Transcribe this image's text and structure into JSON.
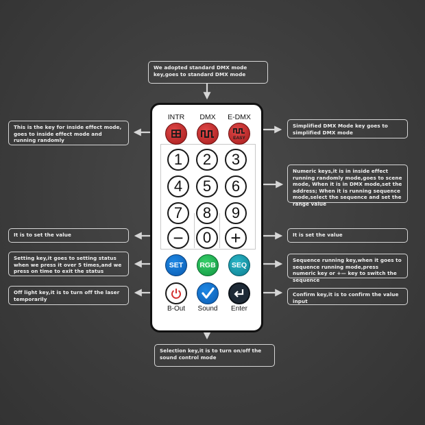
{
  "callouts": {
    "dmx_mode": "We adopted standard DMX mode key,goes to standard DMX mode",
    "intr": "This is the key for inside effect mode, goes to inside effect mode and running randomly",
    "edmx": "Simplified DMX Mode key goes to simplified DMX mode",
    "numeric": "Numeric keys,it is in inside effect running randomly mode,goes to scene mode, When it is in DMX mode,set the address; When it is running sequence mode,select the sequence and set the range value",
    "minus": "It is to set the value",
    "plus": "It is set the value",
    "set": "Setting key,it goes to setting status when we press it over 5 times,and we press on time to exit the status",
    "seq": "Sequence running key,when it goes to sequence running mode,press numeric key or +— key to switch the sequence",
    "bout": "Off light key,it is to turn off the laser temporarily",
    "enter": "Confirm key,it is to confirm the value input",
    "sound": "Selection key,it is to turn on/off the sound control mode"
  },
  "remote": {
    "top_labels": [
      "INTR",
      "DMX",
      "E-DMX"
    ],
    "easy_label": "EASY",
    "numbers": [
      "1",
      "2",
      "3",
      "4",
      "5",
      "6",
      "7",
      "8",
      "9",
      "0"
    ],
    "minus": "−",
    "plus": "+",
    "set": "SET",
    "rgb": "RGB",
    "seq": "SEQ",
    "bottom_labels": [
      "B-Out",
      "Sound",
      "Enter"
    ]
  },
  "colors": {
    "red_key": "#c62828",
    "teal_key": "#0d7d8f",
    "green_key": "#119440",
    "blue_key": "#0b5bb0",
    "enter_key": "#1e2a36"
  },
  "icons": [
    "intr-icon",
    "dmx-wave-icon",
    "easy-wave-icon",
    "power-icon",
    "checkmark-icon",
    "enter-return-icon",
    "arrow-icon"
  ]
}
